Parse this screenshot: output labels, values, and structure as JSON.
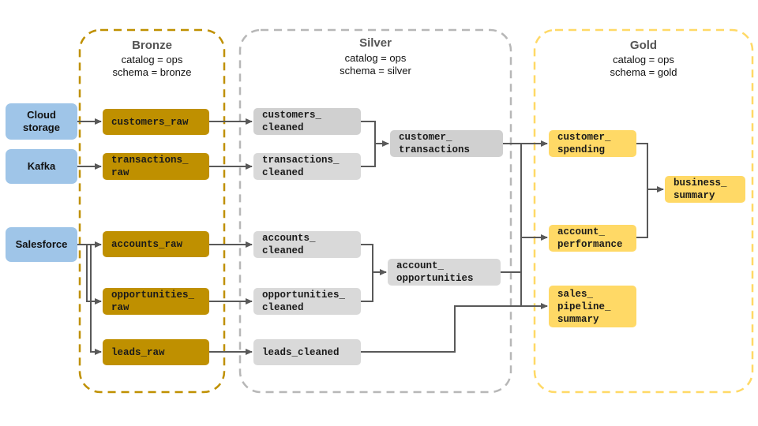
{
  "layers": {
    "bronze": {
      "title": "Bronze",
      "catalog": "catalog = ops",
      "schema": "schema = bronze",
      "color": "#bf9000"
    },
    "silver": {
      "title": "Silver",
      "catalog": "catalog = ops",
      "schema": "schema = silver",
      "color": "#b7b7b7"
    },
    "gold": {
      "title": "Gold",
      "catalog": "catalog = ops",
      "schema": "schema = gold",
      "color": "#ffd966"
    }
  },
  "sources": [
    {
      "id": "cloud",
      "label": "Cloud\nstorage"
    },
    {
      "id": "kafka",
      "label": "Kafka"
    },
    {
      "id": "salesforce",
      "label": "Salesforce"
    }
  ],
  "bronze_tables": [
    {
      "id": "customers_raw",
      "label": "customers_raw"
    },
    {
      "id": "transactions_raw",
      "label": "transactions_\nraw"
    },
    {
      "id": "accounts_raw",
      "label": "accounts_raw"
    },
    {
      "id": "opportunities_raw",
      "label": "opportunities_\nraw"
    },
    {
      "id": "leads_raw",
      "label": "leads_raw"
    }
  ],
  "silver_tables": [
    {
      "id": "customers_cleaned",
      "label": "customers_\ncleaned"
    },
    {
      "id": "transactions_cleaned",
      "label": "transactions_\ncleaned"
    },
    {
      "id": "accounts_cleaned",
      "label": "accounts_\ncleaned"
    },
    {
      "id": "opportunities_cleaned",
      "label": "opportunities_\ncleaned"
    },
    {
      "id": "leads_cleaned",
      "label": "leads_cleaned"
    },
    {
      "id": "customer_transactions",
      "label": "customer_\ntransactions"
    },
    {
      "id": "account_opportunities",
      "label": "account_\nopportunities"
    }
  ],
  "gold_tables": [
    {
      "id": "customer_spending",
      "label": "customer_\nspending"
    },
    {
      "id": "account_performance",
      "label": "account_\nperformance"
    },
    {
      "id": "sales_pipeline_summary",
      "label": "sales_\npipeline_\nsummary"
    },
    {
      "id": "business_summary",
      "label": "business_\nsummary"
    }
  ],
  "edges": [
    [
      "cloud",
      "customers_raw"
    ],
    [
      "kafka",
      "transactions_raw"
    ],
    [
      "salesforce",
      "accounts_raw"
    ],
    [
      "salesforce",
      "opportunities_raw"
    ],
    [
      "salesforce",
      "leads_raw"
    ],
    [
      "customers_raw",
      "customers_cleaned"
    ],
    [
      "transactions_raw",
      "transactions_cleaned"
    ],
    [
      "accounts_raw",
      "accounts_cleaned"
    ],
    [
      "opportunities_raw",
      "opportunities_cleaned"
    ],
    [
      "leads_raw",
      "leads_cleaned"
    ],
    [
      "customers_cleaned",
      "customer_transactions"
    ],
    [
      "transactions_cleaned",
      "customer_transactions"
    ],
    [
      "accounts_cleaned",
      "account_opportunities"
    ],
    [
      "opportunities_cleaned",
      "account_opportunities"
    ],
    [
      "customer_transactions",
      "customer_spending"
    ],
    [
      "customer_transactions",
      "account_performance"
    ],
    [
      "customer_transactions",
      "sales_pipeline_summary"
    ],
    [
      "account_opportunities",
      "account_performance"
    ],
    [
      "account_opportunities",
      "sales_pipeline_summary"
    ],
    [
      "leads_cleaned",
      "sales_pipeline_summary"
    ],
    [
      "customer_spending",
      "business_summary"
    ],
    [
      "account_performance",
      "business_summary"
    ]
  ]
}
